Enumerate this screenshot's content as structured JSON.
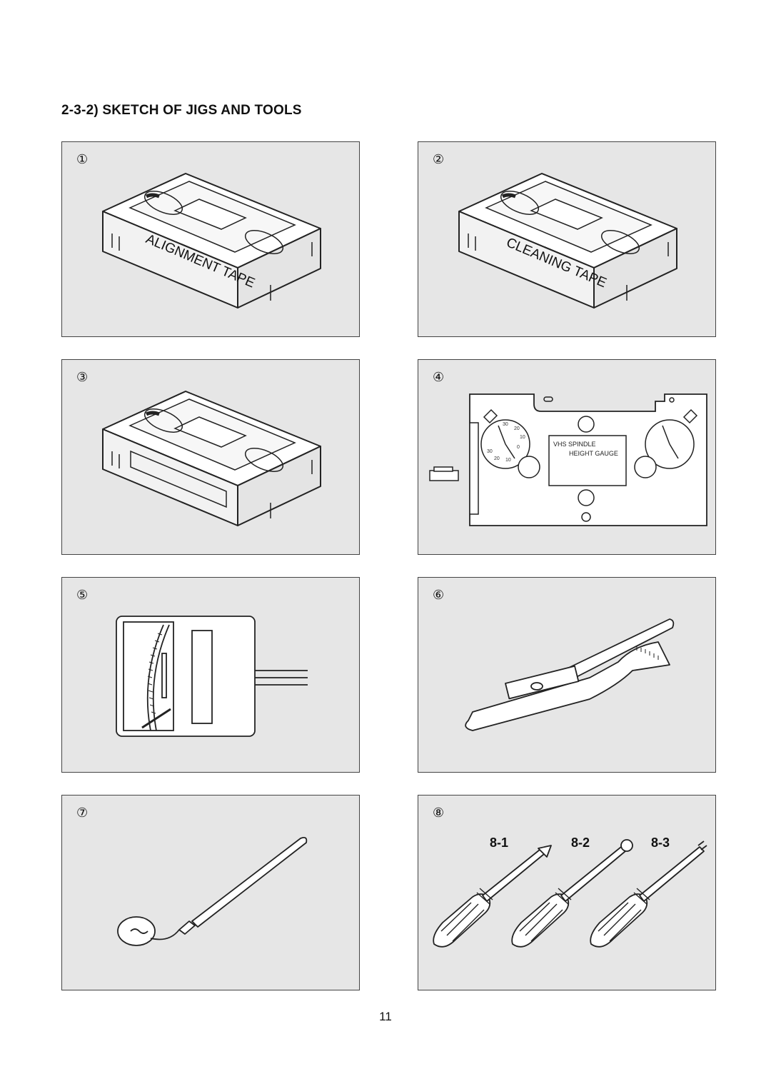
{
  "page": {
    "title": "2-3-2) SKETCH OF JIGS AND TOOLS",
    "page_number": "11"
  },
  "panels": [
    {
      "number": "①",
      "label": "ALIGNMENT TAPE"
    },
    {
      "number": "②",
      "label": "CLEANING TAPE"
    },
    {
      "number": "③"
    },
    {
      "number": "④",
      "gauge_text_1": "VHS SPINDLE",
      "gauge_text_2": "HEIGHT GAUGE",
      "dial_marks": [
        "30",
        "20",
        "10",
        "0",
        "10",
        "20",
        "30"
      ]
    },
    {
      "number": "⑤"
    },
    {
      "number": "⑥"
    },
    {
      "number": "⑦"
    },
    {
      "number": "⑧",
      "tool_labels": [
        "8-1",
        "8-2",
        "8-3"
      ]
    }
  ]
}
